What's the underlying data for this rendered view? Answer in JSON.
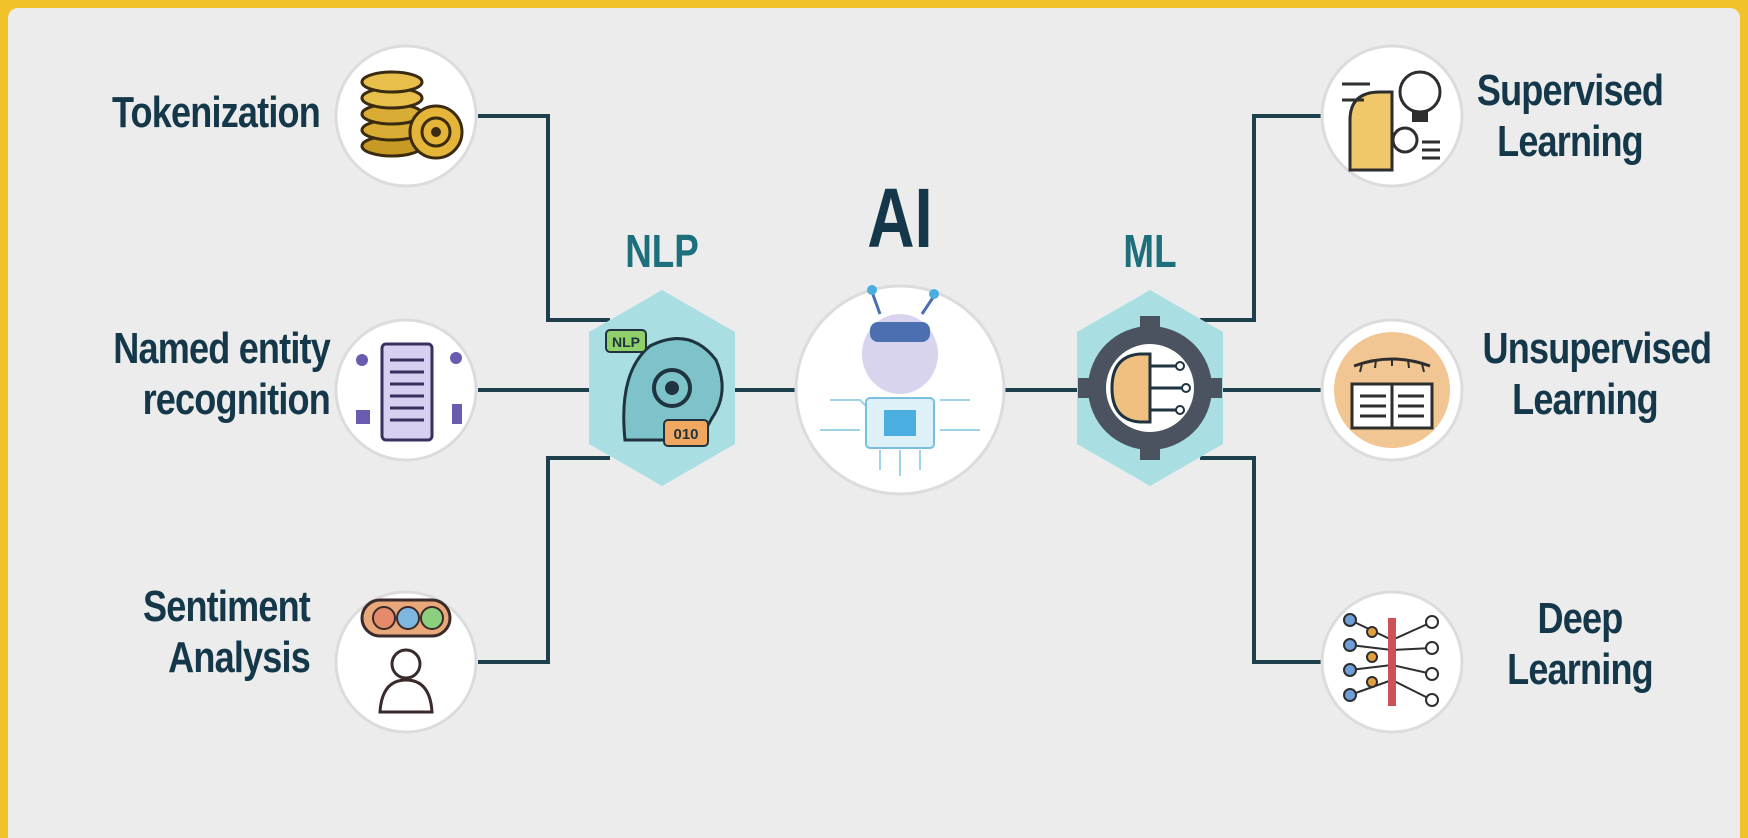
{
  "center": {
    "label": "AI"
  },
  "left_hub": {
    "label": "NLP",
    "icon_text_top": "NLP",
    "icon_text_bottom": "010"
  },
  "right_hub": {
    "label": "ML"
  },
  "left_items": [
    {
      "label": "Tokenization",
      "icon": "coins-target-icon"
    },
    {
      "label": "Named entity recognition",
      "line1": "Named entity",
      "line2": "recognition",
      "icon": "document-entities-icon"
    },
    {
      "label": "Sentiment Analysis",
      "line1": "Sentiment",
      "line2": "Analysis",
      "icon": "emotion-faces-person-icon"
    }
  ],
  "right_items": [
    {
      "label": "Supervised Learning",
      "line1": "Supervised",
      "line2": "Learning",
      "icon": "robot-brain-bulb-icon"
    },
    {
      "label": "Unsupervised Learning",
      "line1": "Unsupervised",
      "line2": "Learning",
      "icon": "open-book-icon"
    },
    {
      "label": "Deep Learning",
      "line1": "Deep",
      "line2": "Learning",
      "icon": "neural-network-icon"
    }
  ],
  "colors": {
    "connector": "#1e3f4c",
    "hub_fill": "#a9dfe3",
    "text": "#14384a",
    "hub_text": "#1d6f7c",
    "frame": "#f2c22a",
    "background": "#ececec"
  }
}
